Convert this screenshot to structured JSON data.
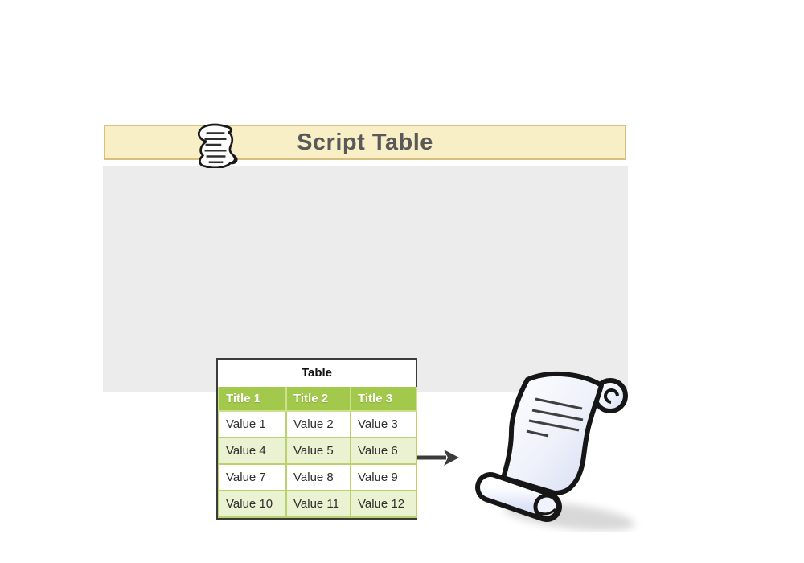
{
  "banner": {
    "title": "Script Table",
    "icon": "scroll-icon",
    "bg_color": "#f9efc6",
    "border_color": "#d5c080",
    "title_color": "#595959"
  },
  "diagram": {
    "table": {
      "caption": "Table",
      "headers": [
        "Title 1",
        "Title 2",
        "Title 3"
      ],
      "rows": [
        [
          "Value 1",
          "Value 2",
          "Value 3"
        ],
        [
          "Value 4",
          "Value 5",
          "Value 6"
        ],
        [
          "Value 7",
          "Value 8",
          "Value 9"
        ],
        [
          "Value 10",
          "Value 11",
          "Value 12"
        ]
      ],
      "header_bg": "#a2c94b",
      "alt_row_bg": "#eaf2d2",
      "grid_color": "#b9d26e",
      "outer_border_color": "#3c3c3c"
    },
    "arrow_icon": "right-arrow",
    "illustration_icon": "paper-scroll",
    "arrow_color": "#3b3b3b"
  },
  "colors": {
    "page_bg": "#ffffff",
    "content_bg": "#ececec"
  }
}
